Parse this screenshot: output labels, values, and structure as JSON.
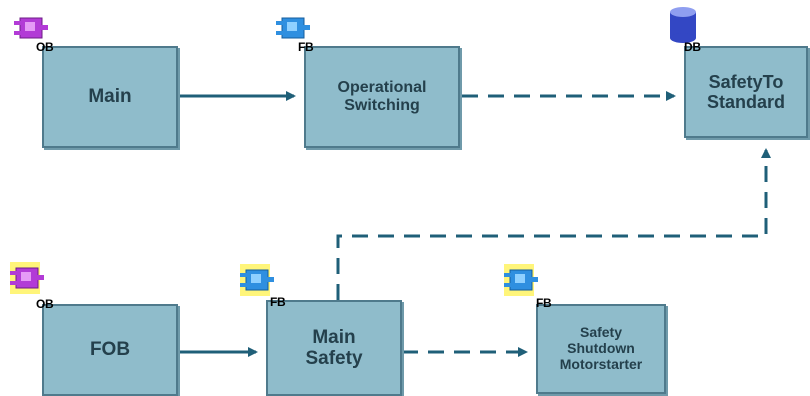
{
  "blocks": {
    "main": {
      "label": "Main",
      "type": "OB"
    },
    "operational": {
      "label": "Operational\nSwitching",
      "type": "FB"
    },
    "safety_db": {
      "label": "SafetyTo\nStandard",
      "type": "DB"
    },
    "fob": {
      "label": "FOB",
      "type": "OB"
    },
    "main_safety": {
      "label": "Main\nSafety",
      "type": "FB"
    },
    "shutdown": {
      "label": "Safety\nShutdown\nMotorstarter",
      "type": "FB"
    }
  },
  "colors": {
    "block_fill": "#8fbccb",
    "block_border": "#4f7a8c",
    "connector": "#1f5f78",
    "ob_icon": "#b23bd6",
    "fb_icon": "#2f8fe0",
    "db_icon": "#3347c4",
    "safety_highlight": "#fff57a"
  }
}
